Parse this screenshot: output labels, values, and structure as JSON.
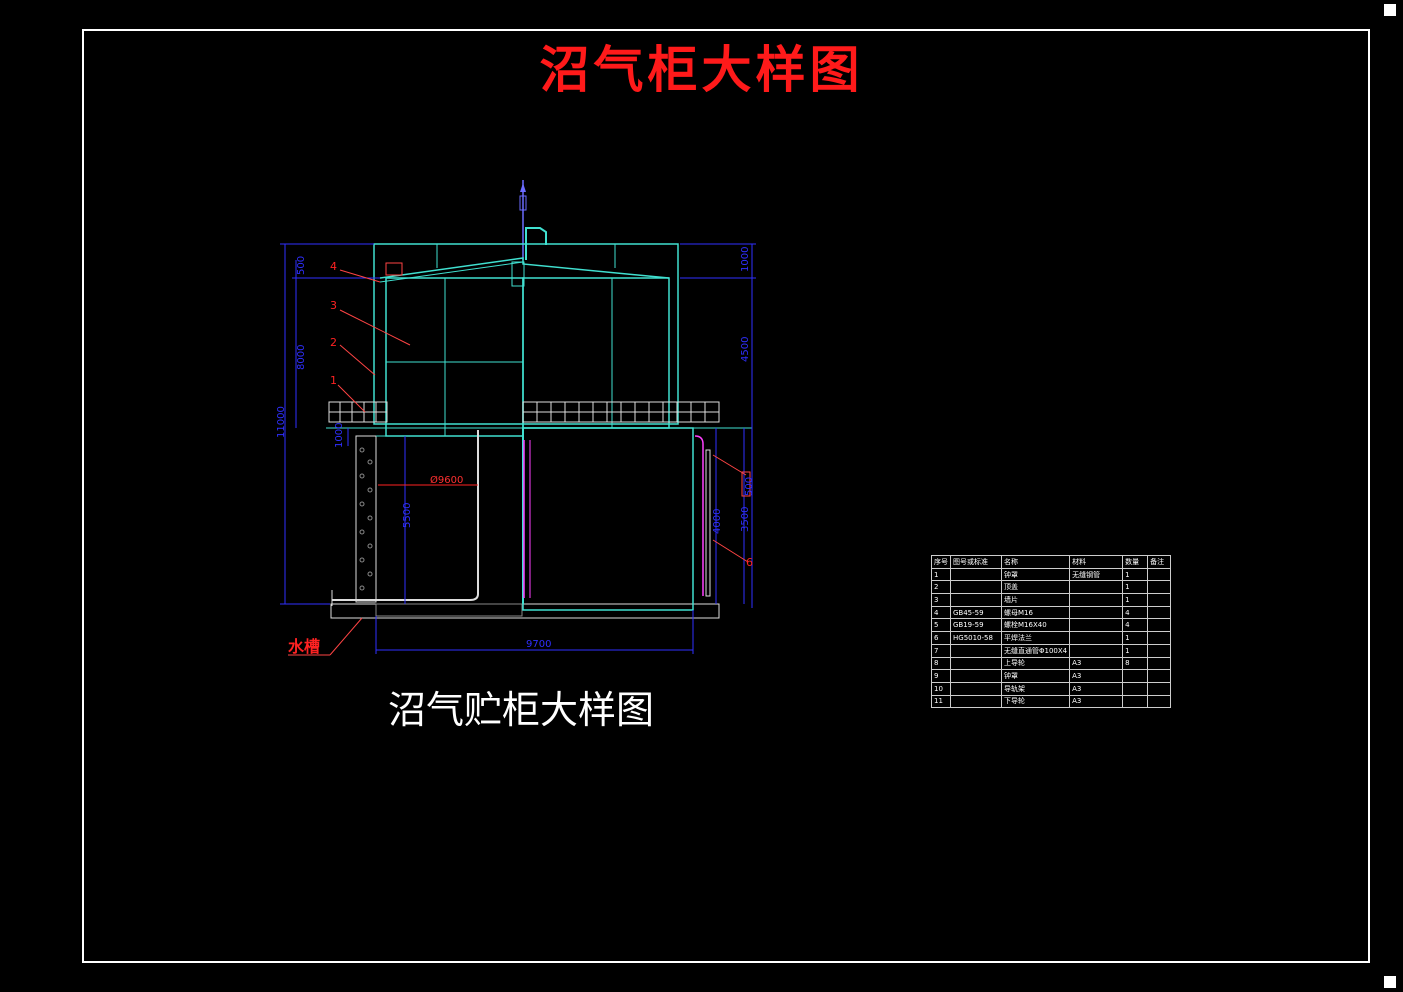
{
  "title": "沼气柜大样图",
  "subtitle": "沼气贮柜大样图",
  "water_tank_label": "水槽",
  "part_labels": [
    "4",
    "3",
    "2",
    "1",
    "6"
  ],
  "dimensions": {
    "d500": "500",
    "d1000": "1000",
    "d8000": "8000",
    "d4500": "4500",
    "d11000": "11000",
    "d1000b": "1000",
    "diameter": "Ø9600",
    "d5500": "5500",
    "d4000": "4000",
    "d3500": "3500",
    "d9700": "9700",
    "d500b": "500"
  },
  "bom": {
    "headers": [
      "序号",
      "图号或标准",
      "名称",
      "材料",
      "数量",
      "备注"
    ],
    "rows": [
      [
        "1",
        "",
        "钟罩",
        "无缝钢管",
        "1",
        ""
      ],
      [
        "2",
        "",
        "顶盖",
        "",
        "1",
        ""
      ],
      [
        "3",
        "",
        "墙片",
        "",
        "1",
        ""
      ],
      [
        "4",
        "GB45-59",
        "螺母M16",
        "",
        "4",
        ""
      ],
      [
        "5",
        "GB19-59",
        "螺栓M16X40",
        "",
        "4",
        ""
      ],
      [
        "6",
        "HG5010-58",
        "平焊法兰",
        "",
        "1",
        ""
      ],
      [
        "7",
        "",
        "无缝直通管Φ100X4",
        "",
        "1",
        ""
      ],
      [
        "8",
        "",
        "上导轮",
        "A3",
        "8",
        ""
      ],
      [
        "9",
        "",
        "钟罩",
        "A3",
        "",
        ""
      ],
      [
        "10",
        "",
        "导轨架",
        "A3",
        "",
        ""
      ],
      [
        "11",
        "",
        "下导轮",
        "A3",
        "",
        ""
      ]
    ]
  },
  "colors": {
    "title": "#ff1a1a",
    "structure": "#40e0d0",
    "dimension": "#2f2fff",
    "label": "#ff2222",
    "pipe": "#ff40ff",
    "frame": "#ffffff"
  }
}
